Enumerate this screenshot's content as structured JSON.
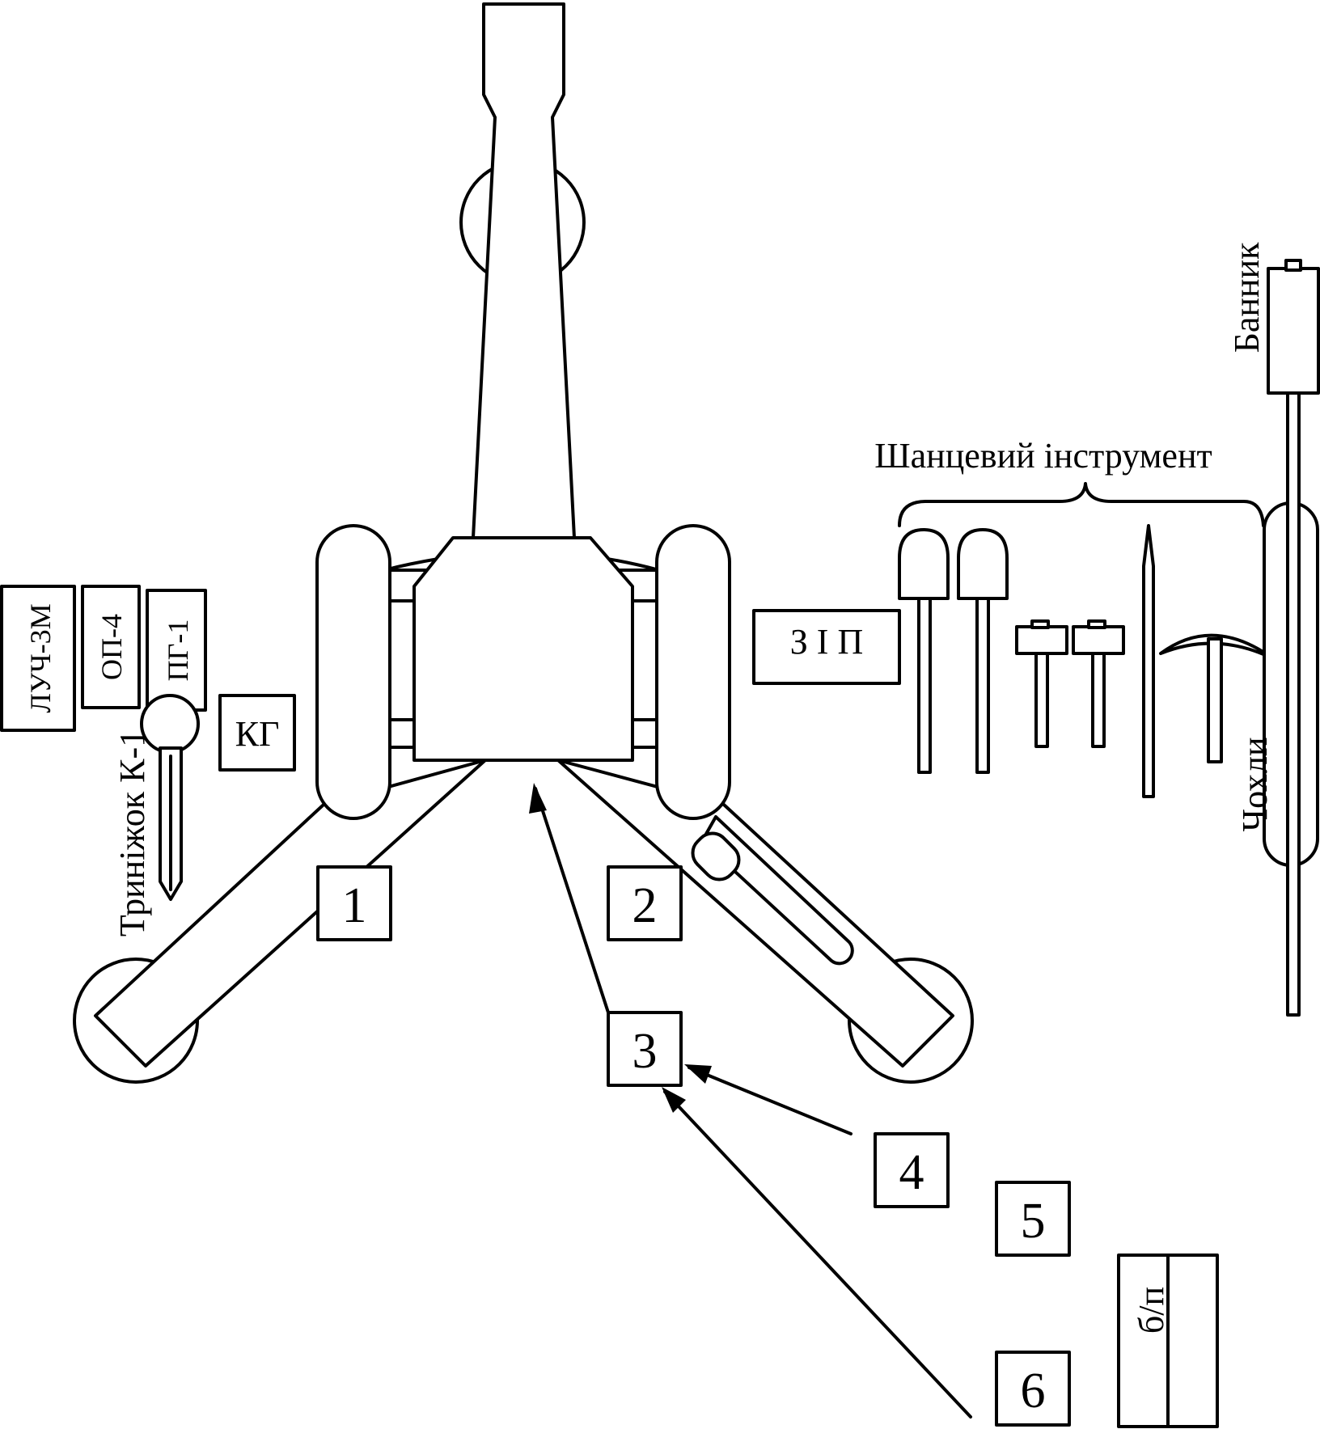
{
  "labels": {
    "bannik": "Банник",
    "shantsevyi": "Шанцевий інструмент",
    "chokhly": "Чохли",
    "zip": "З І П",
    "trynizhok": "Триніжок К-1",
    "kg": "КГ",
    "luch": "ЛУЧ-3М",
    "op": "ОП-4",
    "pg": "ПГ-1",
    "bp": "б/п"
  },
  "positions": [
    "1",
    "2",
    "3",
    "4",
    "5",
    "6"
  ],
  "colors": {
    "line": "#000000",
    "background": "#ffffff"
  }
}
